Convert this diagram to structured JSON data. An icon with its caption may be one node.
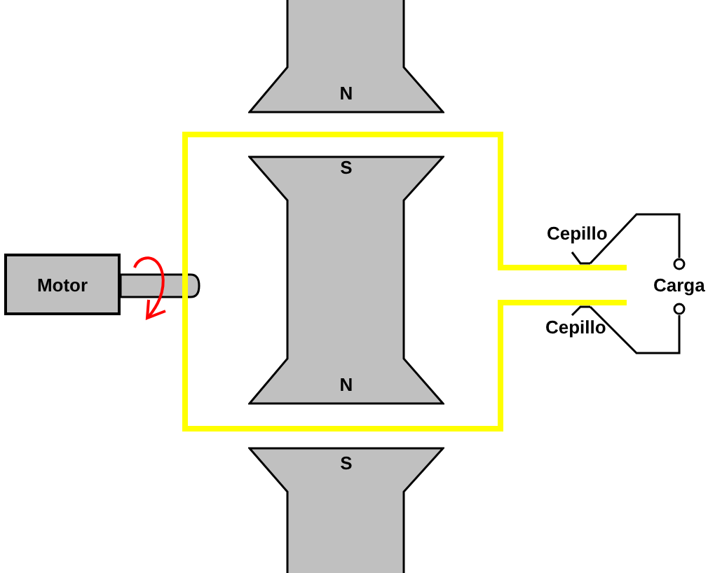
{
  "diagram": {
    "nodes": [
      {
        "text": [
          "N"
        ]
      },
      {
        "text": [
          "S",
          "N"
        ]
      },
      {
        "text": [
          "Motor"
        ]
      },
      {
        "text": [],
        "shape": "line",
        "beside": [
          "Cepillo"
        ]
      },
      {
        "text": [],
        "shape": "line",
        "beside": [
          "Cepillo"
        ]
      },
      {
        "text": [],
        "shape": "circle"
      },
      {
        "text": [],
        "shape": "circle"
      },
      {
        "text": [
          "S"
        ]
      }
    ],
    "edges": [
      {
        "from": 3,
        "to": 5,
        "arrow": "none"
      },
      {
        "from": 4,
        "to": 6,
        "arrow": "none"
      }
    ],
    "labels": [
      "Carga"
    ]
  }
}
